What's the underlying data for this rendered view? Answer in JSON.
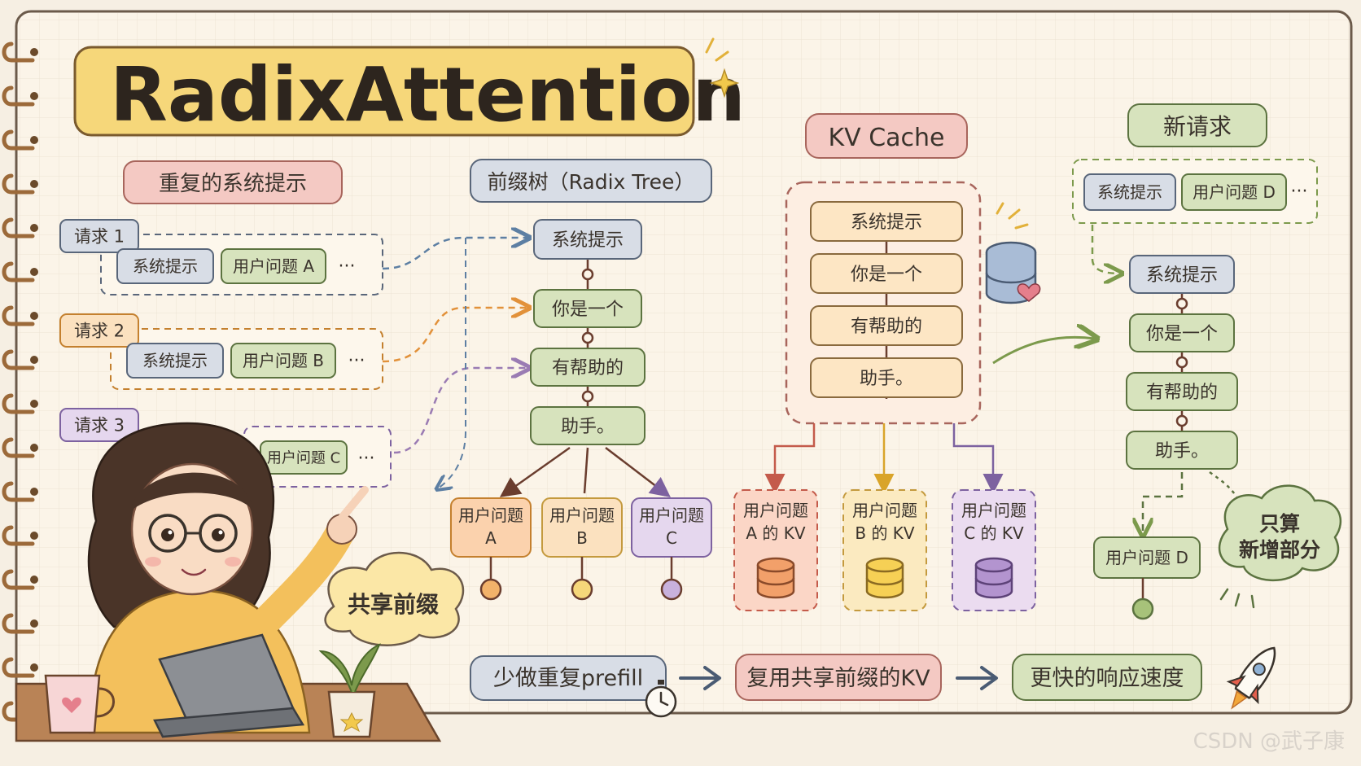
{
  "title": "RadixAttention",
  "watermark": "CSDN @武子康",
  "colors": {
    "paper": "#fbf4e8",
    "grid": "#ece3d4",
    "ink": "#3a332c",
    "blue": "#5d7fa3",
    "orange": "#e2913a",
    "purple": "#9a7bb3",
    "green": "#7c9a4c",
    "red": "#c45b4b",
    "yellow": "#f6d77a",
    "pink": "#f4c9c3"
  },
  "requests_section": {
    "header": "重复的系统提示",
    "requests": [
      {
        "label": "请求 1",
        "chips": [
          "系统提示",
          "用户问题 A"
        ],
        "ellipsis": "···"
      },
      {
        "label": "请求 2",
        "chips": [
          "系统提示",
          "用户问题 B"
        ],
        "ellipsis": "···"
      },
      {
        "label": "请求 3",
        "chips": [
          "用户问题 C"
        ],
        "ellipsis": "···"
      }
    ]
  },
  "tree_section": {
    "header": "前缀树（Radix Tree）",
    "nodes": [
      "系统提示",
      "你是一个",
      "有帮助的",
      "助手。"
    ],
    "leaves": [
      {
        "line1": "用户问题",
        "line2": "A"
      },
      {
        "line1": "用户问题",
        "line2": "B"
      },
      {
        "line1": "用户问题",
        "line2": "C"
      }
    ],
    "shared_bubble": "共享前缀"
  },
  "kv_section": {
    "header": "KV Cache",
    "blocks": [
      "系统提示",
      "你是一个",
      "有帮助的",
      "助手。"
    ],
    "leaves": [
      {
        "line1": "用户问题",
        "line2": "A 的 KV"
      },
      {
        "line1": "用户问题",
        "line2": "B 的 KV"
      },
      {
        "line1": "用户问题",
        "line2": "C 的 KV"
      }
    ]
  },
  "new_request_section": {
    "header": "新请求",
    "chips": [
      "系统提示",
      "用户问题 D"
    ],
    "ellipsis": "···",
    "nodes": [
      "系统提示",
      "你是一个",
      "有帮助的",
      "助手。"
    ],
    "leaf": "用户问题 D",
    "bubble_line1": "只算",
    "bubble_line2": "新增部分"
  },
  "flow": {
    "steps": [
      "少做重复prefill",
      "复用共享前缀的KV",
      "更快的响应速度"
    ]
  }
}
